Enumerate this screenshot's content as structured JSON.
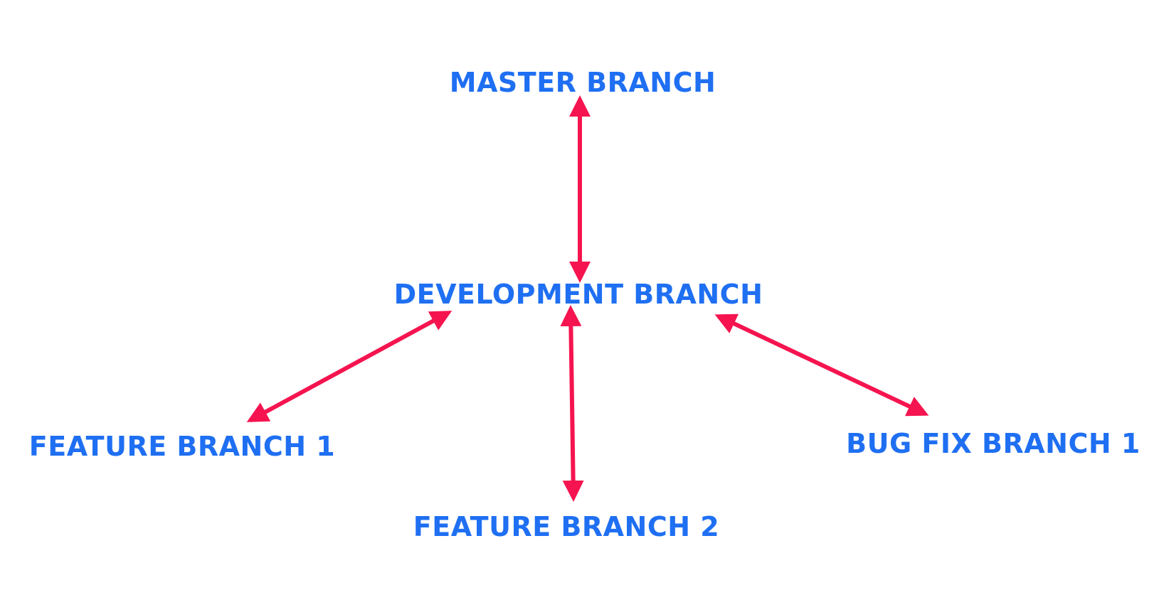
{
  "colors": {
    "label": "#1f6ff2",
    "arrow": "#f5144f",
    "background": "#ffffff"
  },
  "nodes": {
    "master": "MASTER BRANCH",
    "development": "DEVELOPMENT BRANCH",
    "feature1": "FEATURE BRANCH 1",
    "feature2": "FEATURE BRANCH 2",
    "bugfix1": "BUG FIX BRANCH 1"
  },
  "edges": [
    {
      "from": "master",
      "to": "development",
      "direction": "both"
    },
    {
      "from": "development",
      "to": "feature1",
      "direction": "both"
    },
    {
      "from": "development",
      "to": "feature2",
      "direction": "both"
    },
    {
      "from": "development",
      "to": "bugfix1",
      "direction": "both"
    }
  ]
}
